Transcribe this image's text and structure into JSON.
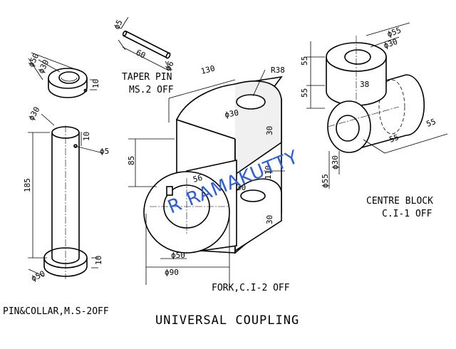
{
  "title": "UNIVERSAL COUPLING",
  "watermark": "R RAMAKUTTY",
  "parts": {
    "taper_pin": {
      "name": "TAPER PIN",
      "spec": "MS.2 OFF",
      "dims": {
        "d_small": "ϕ5",
        "length": "60",
        "d_big": "ϕ6"
      }
    },
    "collar": {
      "dims": {
        "od": "ϕ50",
        "id": "ϕ30",
        "thk": "10"
      }
    },
    "pin_collar": {
      "name": "PIN&COLLAR,M.S-2OFF",
      "dims": {
        "d": "ϕ30",
        "hole_off": "10",
        "hole": "ϕ5",
        "length": "185",
        "collar_thk": "10",
        "collar_od": "ϕ50"
      }
    },
    "fork": {
      "name": "FORK,C.I-2 OFF",
      "dims": {
        "width": "130",
        "radius": "R38",
        "hole": "ϕ30",
        "arm_t1": "30",
        "arm_t2": "30",
        "arm_t3": "30",
        "gap": "110",
        "height": "85",
        "boss_len": "56",
        "bore": "ϕ50",
        "boss_od": "ϕ90"
      }
    },
    "centre_block": {
      "name": "CENTRE BLOCK",
      "spec": "C.I-1 OFF",
      "dims": {
        "od_top": "ϕ55",
        "id_top": "ϕ30",
        "h1": "55",
        "h2": "55",
        "offset": "38",
        "len1": "55",
        "len2": "55",
        "id_side": "ϕ30",
        "od_side": "ϕ55"
      }
    }
  }
}
